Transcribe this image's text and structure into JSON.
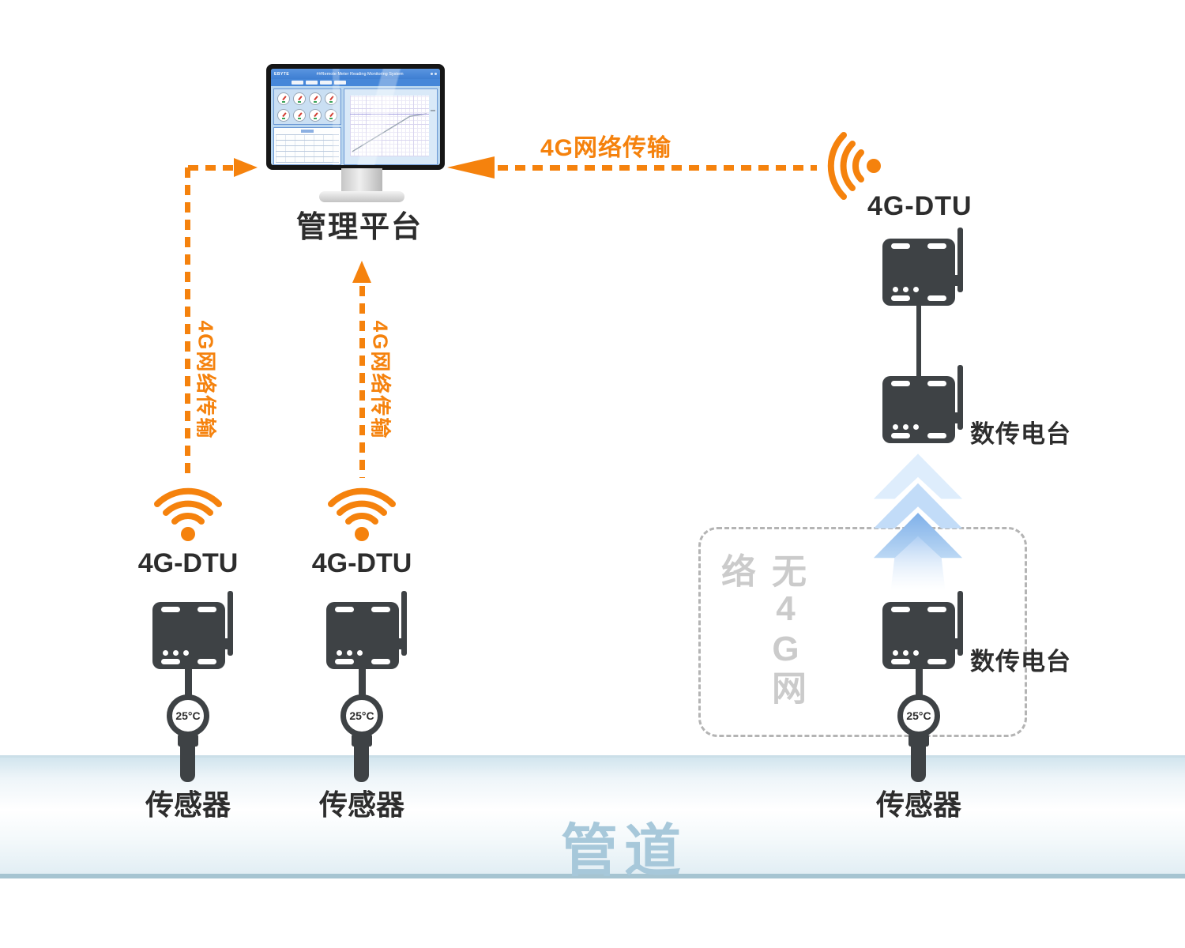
{
  "colors": {
    "orange": "#F5820D",
    "device_gray": "#3E4245",
    "ink": "#2D2D2D",
    "no4g_gray": "#CBCBCB",
    "pipe_blue": "#A7C8DA",
    "arrow_blue": "#7FB0E9"
  },
  "monitor": {
    "label": "管理平台",
    "brand": "EBYTE",
    "screen_title": "##Remote Meter Reading Monitoring System"
  },
  "links": {
    "wan_top_label": "4G网络传输",
    "wan_left_label": "4G网络传输",
    "wan_mid_label": "4G网络传输"
  },
  "left_nodes": [
    {
      "dtu_label": "4G-DTU",
      "sensor_value": "25°C",
      "sensor_label": "传感器"
    },
    {
      "dtu_label": "4G-DTU",
      "sensor_value": "25°C",
      "sensor_label": "传感器"
    }
  ],
  "right_node": {
    "dtu_label": "4G-DTU",
    "radio_upper_label": "数传电台",
    "no4g_label": "无4G网络",
    "radio_lower_label": "数传电台",
    "sensor_value": "25°C",
    "sensor_label": "传感器"
  },
  "pipeline_label": "管道"
}
